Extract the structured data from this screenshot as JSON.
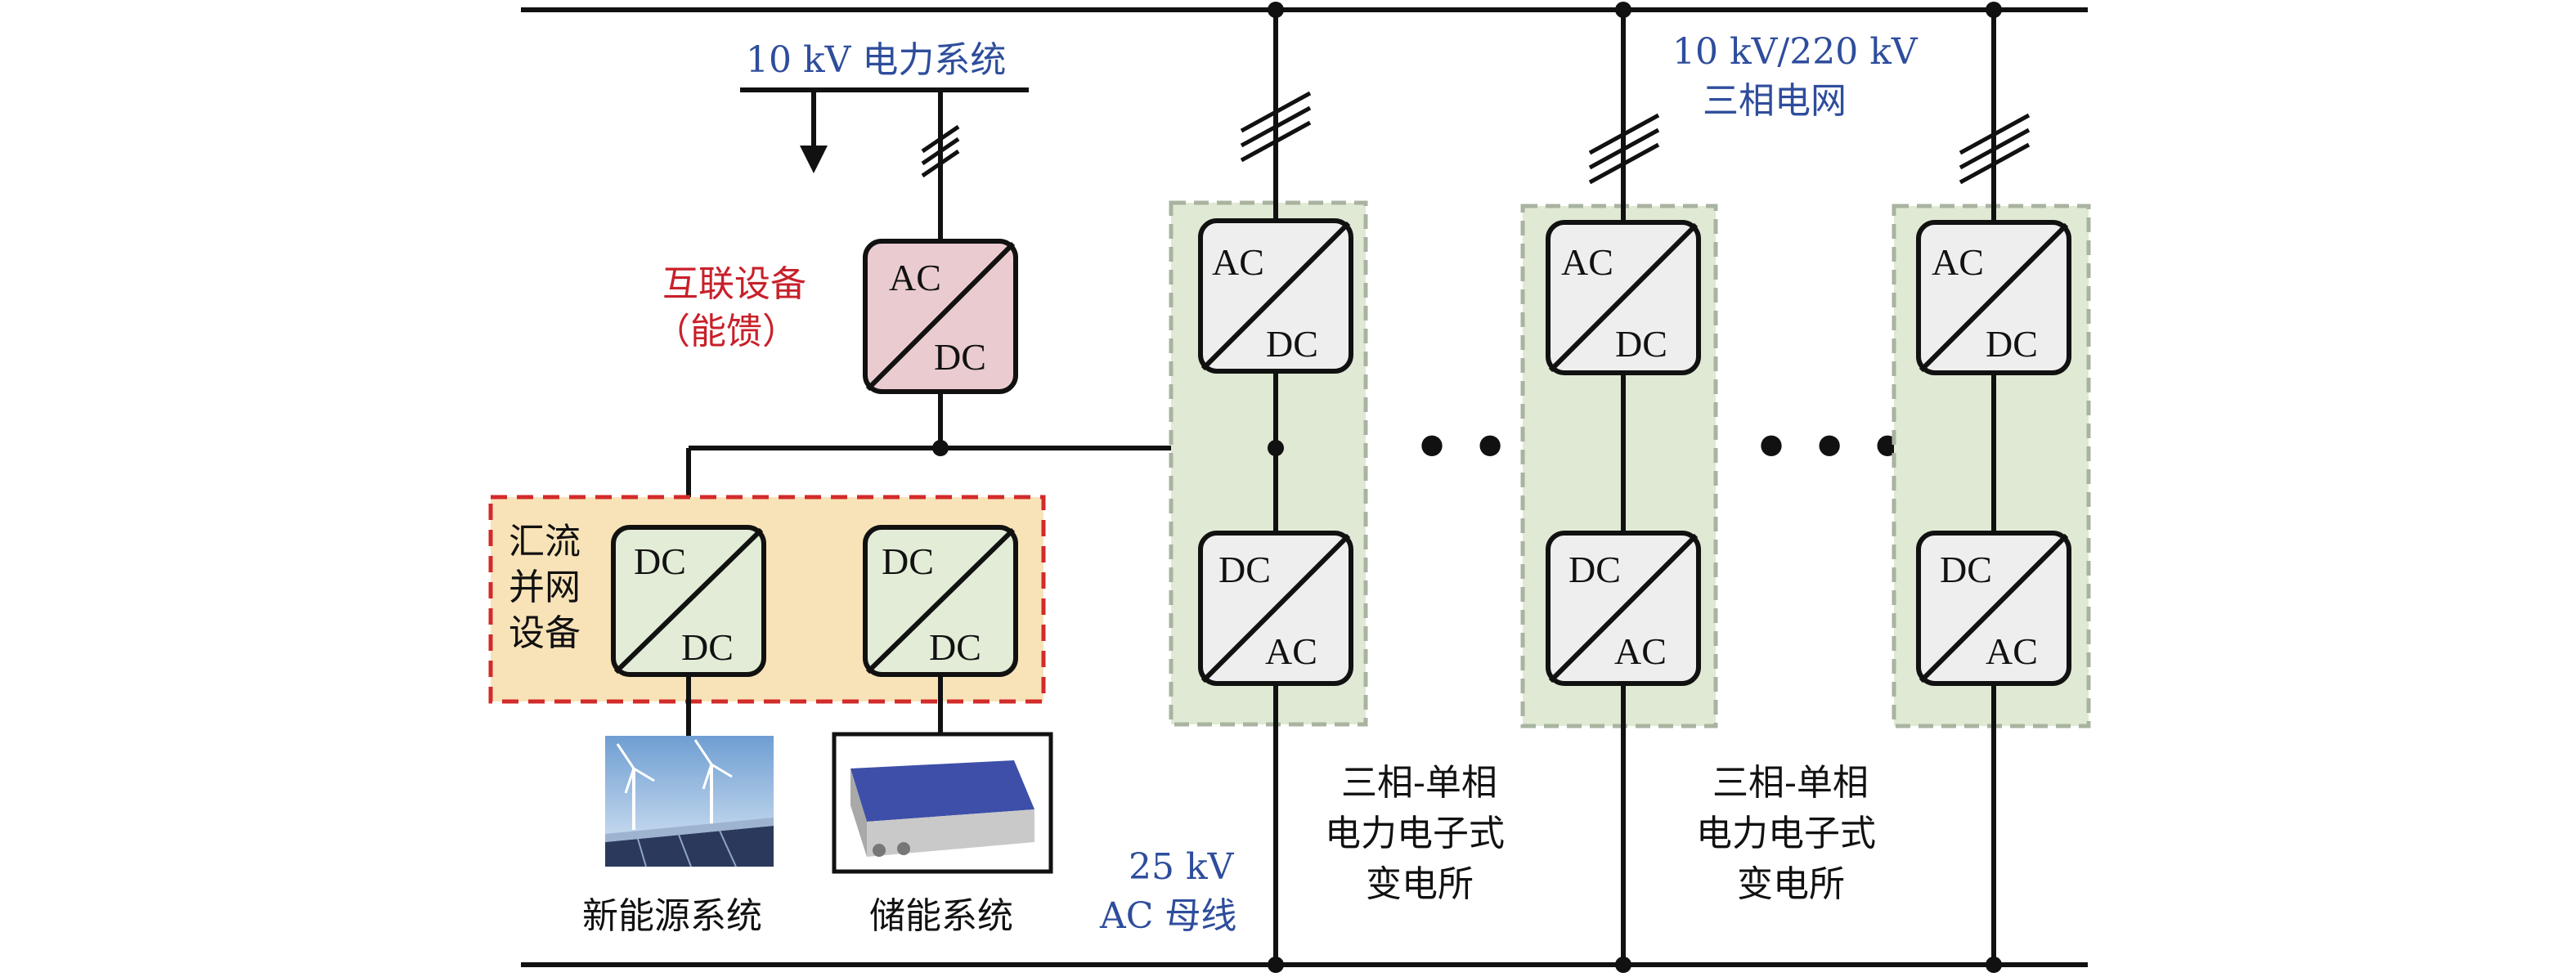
{
  "colors": {
    "label_blue": "#2e4d9c",
    "label_red": "#c8202a",
    "substation_fill": "#dfe9d3",
    "substation_border": "#a8b3a0",
    "converter_fill": "#eeeeee",
    "interconnect_fill": "#e9cbd0",
    "dc_converter_fill": "#e2ecd6",
    "combiner_fill": "#f8e3b8",
    "combiner_border": "#d32a2a"
  },
  "labels": {
    "grid_10kv": "10 kV 电力系统",
    "grid_3ph_line1": "10 kV/220 kV",
    "grid_3ph_line2": "三相电网",
    "interconnect_line1": "互联设备",
    "interconnect_line2": "（能馈）",
    "combiner_line1": "汇流",
    "combiner_line2": "并网",
    "combiner_line3": "设备",
    "new_energy": "新能源系统",
    "storage": "储能系统",
    "bus_line1": "25 kV",
    "bus_line2": "AC 母线",
    "substation_line1": "三相-单相",
    "substation_line2": "电力电子式",
    "substation_line3": "变电所",
    "ellipsis": "• • •"
  },
  "converters": {
    "ac": "AC",
    "dc": "DC"
  },
  "icons": {
    "new_energy_image": "wind-turbines-and-solar-panels-icon",
    "storage_image": "battery-pack-icon"
  }
}
